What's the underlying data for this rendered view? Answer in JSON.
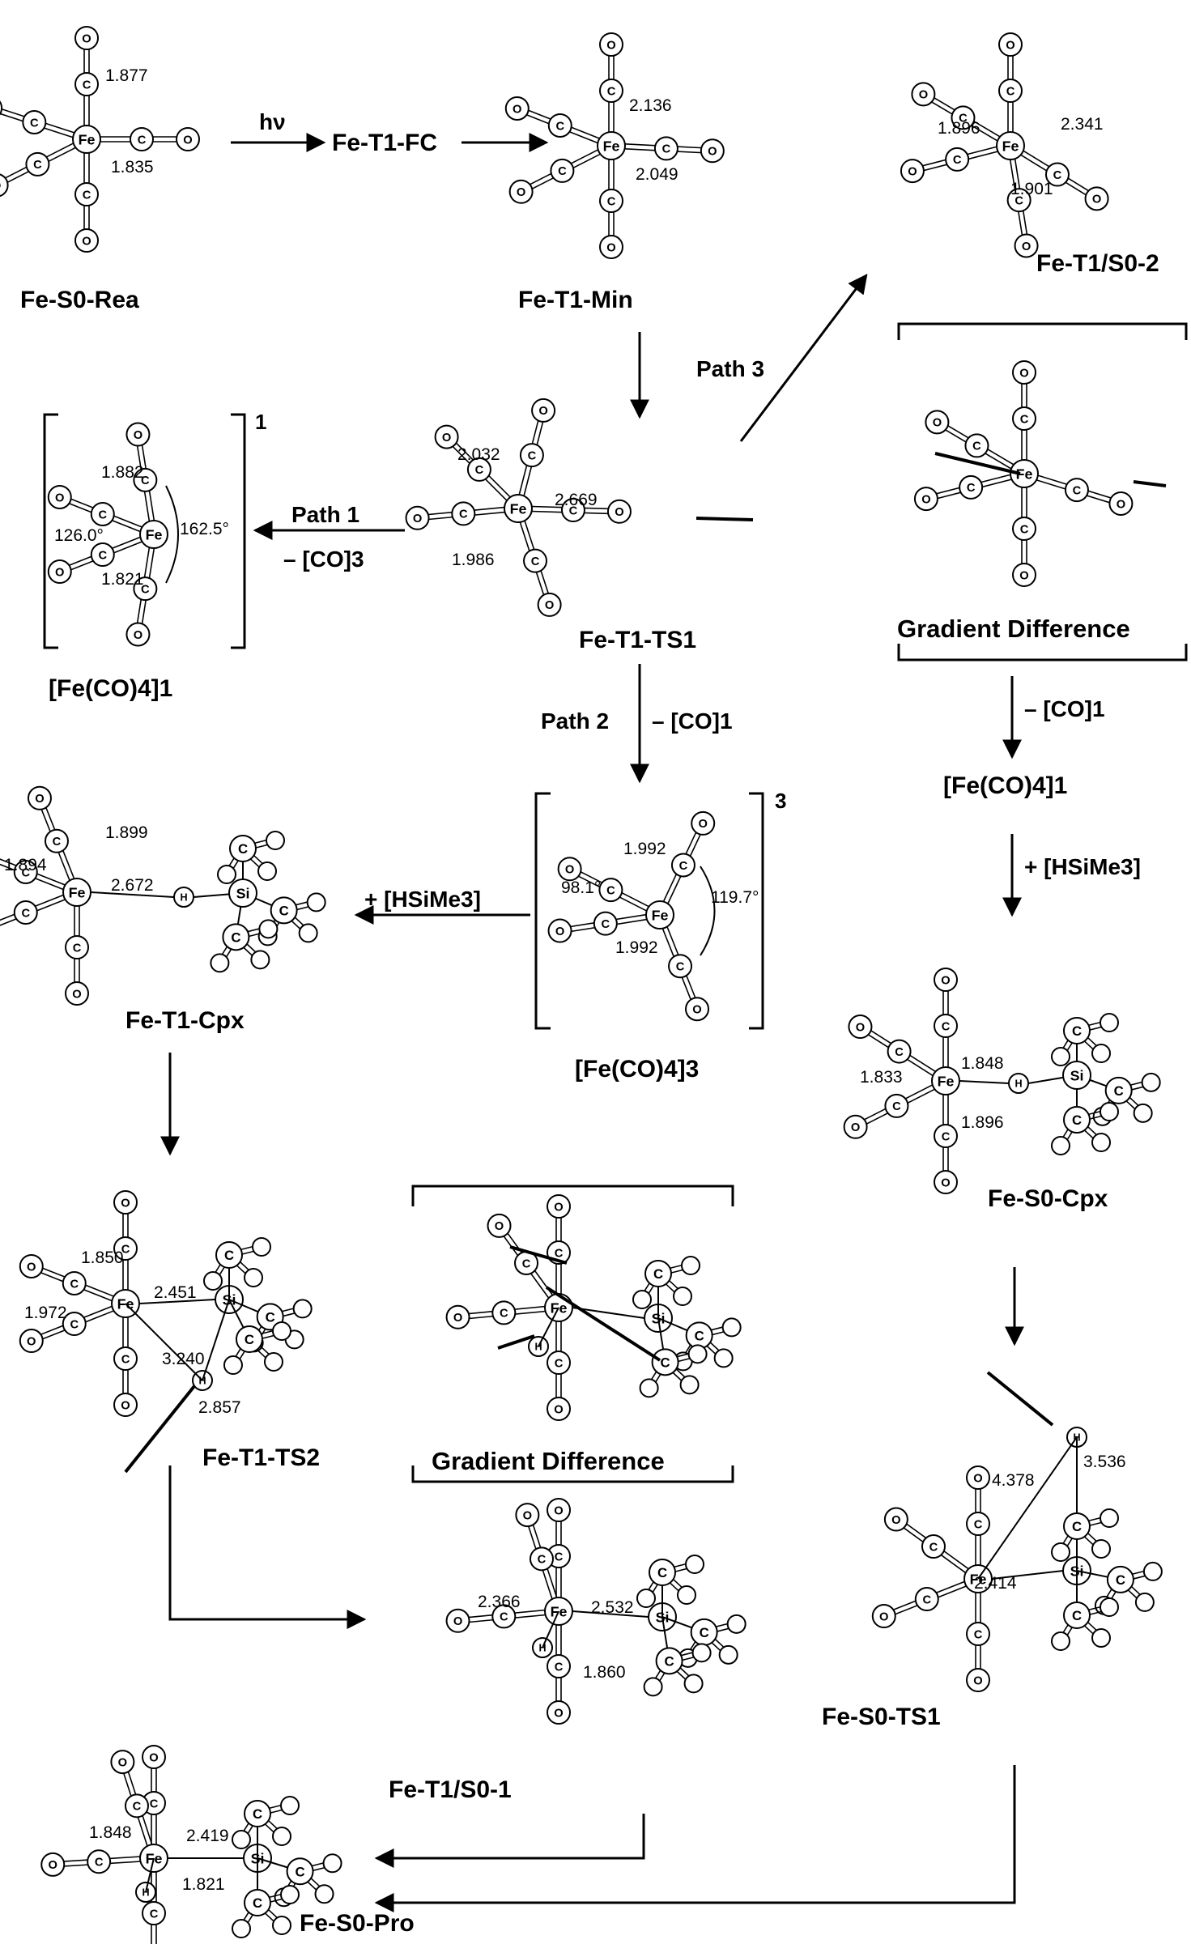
{
  "labels": {
    "fe_s0_rea": "Fe-S0-Rea",
    "fe_t1_fc": "Fe-T1-FC",
    "fe_t1_min": "Fe-T1-Min",
    "fe_t1_s0_2": "Fe-T1/S0-2",
    "fe_t1_ts1": "Fe-T1-TS1",
    "fe_co4_singlet_left": "[Fe(CO)4]1",
    "fe_co4_triplet": "[Fe(CO)4]3",
    "fe_co4_singlet_right": "[Fe(CO)4]1",
    "fe_t1_cpx": "Fe-T1-Cpx",
    "fe_s0_cpx": "Fe-S0-Cpx",
    "fe_t1_ts2": "Fe-T1-TS2",
    "fe_s0_ts1": "Fe-S0-TS1",
    "fe_t1_s0_1": "Fe-T1/S0-1",
    "fe_s0_pro": "Fe-S0-Pro",
    "gradient_difference_top": "Gradient Difference",
    "gradient_difference_mid": "Gradient Difference"
  },
  "arrows": {
    "hv": "hν",
    "path1": "Path 1",
    "path1_loss": "– [CO]3",
    "path2": "Path 2",
    "path2_loss": "– [CO]1",
    "path3": "Path 3",
    "right_loss": "– [CO]1",
    "add_hsime3_left": "+ [HSiMe3]",
    "add_hsime3_right": "+ [HSiMe3]"
  },
  "spin_labels": {
    "singlet": "1",
    "triplet": "3"
  },
  "distances": {
    "rea_a": "1.877",
    "rea_b": "1.835",
    "min_a": "2.136",
    "min_b": "2.049",
    "s02_a": "1.896",
    "s02_b": "2.341",
    "s02_c": "1.901",
    "ts1_a": "2.032",
    "ts1_b": "2.669",
    "ts1_c": "1.986",
    "s1_a": "1.882",
    "s1_b": "1.821",
    "s1_ang1": "126.0°",
    "s1_ang2": "162.5°",
    "t3_a": "1.992",
    "t3_b": "1.992",
    "t3_ang1": "98.1°",
    "t3_ang2": "119.7°",
    "cpx_a": "1.899",
    "cpx_b": "1.894",
    "cpx_c": "2.672",
    "scpx_a": "1.833",
    "scpx_b": "1.848",
    "scpx_c": "1.896",
    "ts2_a": "1.850",
    "ts2_b": "2.451",
    "ts2_c": "1.972",
    "ts2_d": "3.240",
    "ts2_e": "2.857",
    "sts1_a": "4.378",
    "sts1_b": "3.536",
    "sts1_c": "2.414",
    "s01_a": "2.366",
    "s01_b": "2.532",
    "s01_c": "1.860",
    "pro_a": "1.848",
    "pro_b": "2.419",
    "pro_c": "1.821"
  },
  "atoms": {
    "fe": "Fe",
    "c": "C",
    "o": "O",
    "si": "Si",
    "h": "H"
  }
}
